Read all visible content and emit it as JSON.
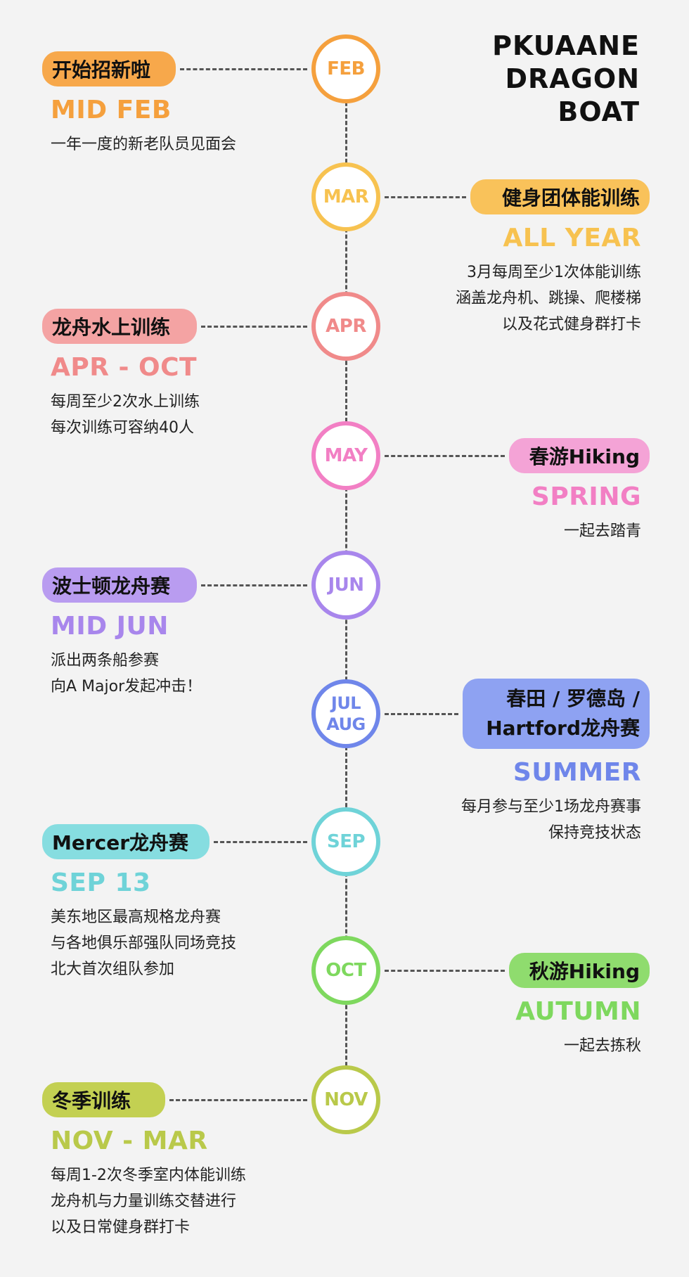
{
  "title_lines": [
    "PKUAANE",
    "DRAGON",
    "BOAT"
  ],
  "events": [
    {
      "month": "FEB",
      "side": "left",
      "color": "#f5a03d",
      "pill_color": "#f7a84b",
      "label": "开始招新啦",
      "period": "MID FEB",
      "desc": [
        "一年一度的新老队员见面会"
      ]
    },
    {
      "month": "MAR",
      "side": "right",
      "color": "#f7c250",
      "pill_color": "#f9c25a",
      "label": "健身团体能训练",
      "period": "ALL YEAR",
      "desc": [
        "3月每周至少1次体能训练",
        "涵盖龙舟机、跳操、爬楼梯",
        "以及花式健身群打卡"
      ]
    },
    {
      "month": "APR",
      "side": "left",
      "color": "#f08a8a",
      "pill_color": "#f4a3a3",
      "label": "龙舟水上训练",
      "period": "APR - OCT",
      "desc": [
        "每周至少2次水上训练",
        "每次训练可容纳40人"
      ]
    },
    {
      "month": "MAY",
      "side": "right",
      "color": "#f27fc4",
      "pill_color": "#f4a3d6",
      "label": "春游Hiking",
      "period": "SPRING",
      "desc": [
        "一起去踏青"
      ]
    },
    {
      "month": "JUN",
      "side": "left",
      "color": "#a886ec",
      "pill_color": "#b99cf0",
      "label": "波士顿龙舟赛",
      "period": "MID JUN",
      "desc": [
        "派出两条船参赛",
        "向A Major发起冲击！"
      ]
    },
    {
      "month": "JUL AUG",
      "month_lines": [
        "JUL",
        "AUG"
      ],
      "side": "right",
      "color": "#6f86ea",
      "pill_color": "#8ea2f2",
      "label_lines": [
        "春田 / 罗德岛 /",
        "Hartford龙舟赛"
      ],
      "period": "SUMMER",
      "desc": [
        "每月参与至少1场龙舟赛事",
        "保持竞技状态"
      ]
    },
    {
      "month": "SEP",
      "side": "left",
      "color": "#6fd3d8",
      "pill_color": "#86dde0",
      "label": "Mercer龙舟赛",
      "period": "SEP 13",
      "desc": [
        "美东地区最高规格龙舟赛",
        "与各地俱乐部强队同场竞技",
        "北大首次组队参加"
      ]
    },
    {
      "month": "OCT",
      "side": "right",
      "color": "#7ed85e",
      "pill_color": "#8fdc6e",
      "label": "秋游Hiking",
      "period": "AUTUMN",
      "desc": [
        "一起去拣秋"
      ]
    },
    {
      "month": "NOV",
      "side": "left",
      "color": "#b9c94a",
      "pill_color": "#c3d052",
      "label": "冬季训练",
      "period": "NOV - MAR",
      "desc": [
        "每周1-2次冬季室内体能训练",
        "龙舟机与力量训练交替进行",
        "以及日常健身群打卡"
      ]
    }
  ]
}
